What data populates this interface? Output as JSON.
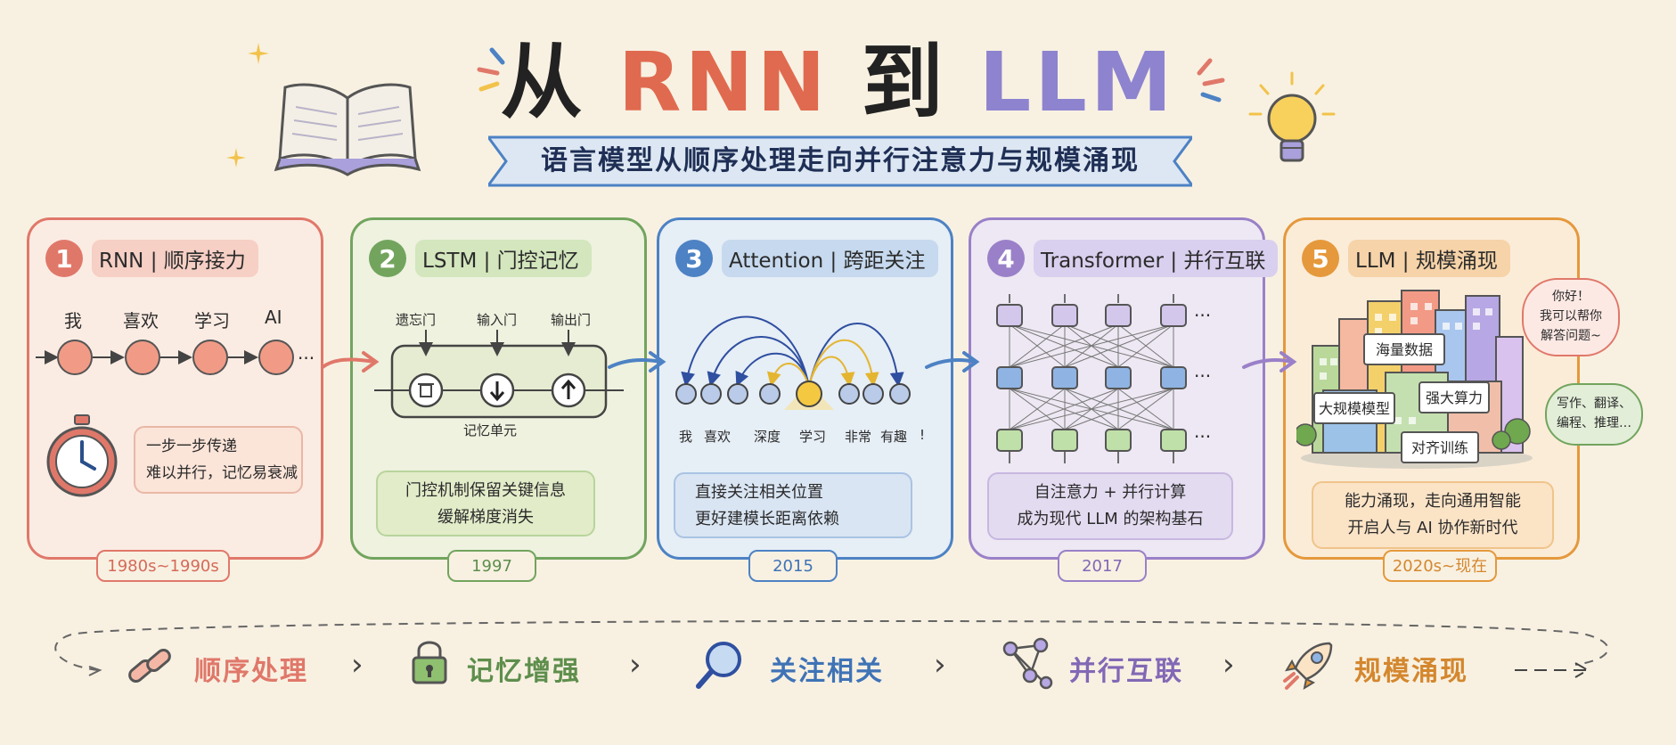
{
  "title": {
    "part1": "从",
    "part2": "RNN",
    "part3": "到",
    "part4": "LLM"
  },
  "subtitle": "语言模型从顺序处理走向并行注意力与规模涌现",
  "stages": [
    {
      "num": "1",
      "title": "RNN | 顺序接力",
      "tokens": [
        "我",
        "喜欢",
        "学习",
        "AI"
      ],
      "ellipsis": "···",
      "note": [
        "一步一步传递",
        "难以并行，记忆易衰减"
      ],
      "year": "1980s~1990s"
    },
    {
      "num": "2",
      "title": "LSTM | 门控记忆",
      "gates": [
        "遗忘门",
        "输入门",
        "输出门"
      ],
      "cell": "记忆单元",
      "note": [
        "门控机制保留关键信息",
        "缓解梯度消失"
      ],
      "year": "1997"
    },
    {
      "num": "3",
      "title": "Attention | 跨距关注",
      "tokens": [
        "我",
        "喜欢",
        "深度",
        "学习",
        "非常",
        "有趣",
        "!"
      ],
      "note": [
        "直接关注相关位置",
        "更好建模长距离依赖"
      ],
      "year": "2015"
    },
    {
      "num": "4",
      "title": "Transformer | 并行互联",
      "ellipsis": "···",
      "note": [
        "自注意力 + 并行计算",
        "成为现代 LLM 的架构基石"
      ],
      "year": "2017"
    },
    {
      "num": "5",
      "title": "LLM | 规模涌现",
      "bubble1": [
        "你好！",
        "我可以帮你",
        "解答问题~"
      ],
      "bubble2": [
        "写作、翻译、",
        "编程、推理…"
      ],
      "signs": [
        "海量数据",
        "大规模模型",
        "强大算力",
        "对齐训练"
      ],
      "note": [
        "能力涌现，走向通用智能",
        "开启人与 AI 协作新时代"
      ],
      "year": "2020s~现在"
    }
  ],
  "flow": [
    "顺序处理",
    "记忆增强",
    "关注相关",
    "并行互联",
    "规模涌现"
  ],
  "colors": {
    "rnn": "#e0786a",
    "lstm": "#72a45e",
    "attention": "#4d82c4",
    "transformer": "#9a80c8",
    "llm": "#e5993c",
    "background": "#f8f1e2"
  }
}
